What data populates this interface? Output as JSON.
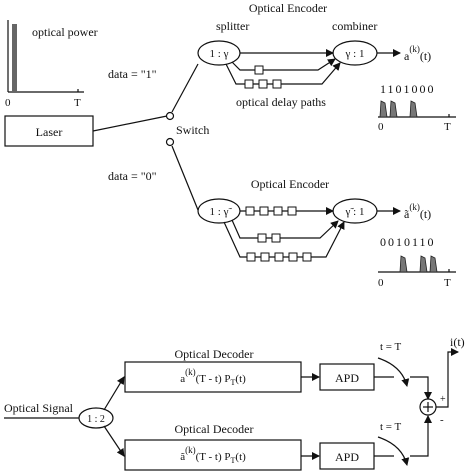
{
  "top": {
    "power_plot": {
      "label": "optical power",
      "axis_start": "0",
      "axis_end": "T"
    },
    "laser_label": "Laser",
    "switch_label": "Switch",
    "data_one_label": "data = \"1\"",
    "data_zero_label": "data = \"0\"",
    "encoder1": {
      "title": "Optical Encoder",
      "splitter_label": "splitter",
      "combiner_label": "combiner",
      "splitter_ratio": "1 : γ",
      "combiner_ratio": "γ : 1",
      "delay_label": "optical delay paths",
      "output_base": "a",
      "output_sup": "(k)",
      "output_arg": "(t)",
      "code": "1101000",
      "code_pulses": [
        1,
        1,
        0,
        1,
        0,
        0,
        0
      ],
      "axis_start": "0",
      "axis_end": "T"
    },
    "encoder2": {
      "title": "Optical Encoder",
      "splitter_ratio": "1 : γ̃",
      "combiner_ratio": "γ̃ : 1",
      "output_base": "ã",
      "output_sup": "(k)",
      "output_arg": "(t)",
      "code": "0010110",
      "code_pulses": [
        0,
        0,
        1,
        0,
        1,
        1,
        0
      ],
      "axis_start": "0",
      "axis_end": "T"
    }
  },
  "bottom": {
    "input_label": "Optical Signal",
    "splitter_ratio": "1 : 2",
    "decoder1": {
      "title": "Optical Decoder",
      "expr_base": "a",
      "expr_sup": "(k)",
      "expr_body": "(T - t) P",
      "expr_sub": "T",
      "expr_arg": "(t)",
      "apd_label": "APD",
      "sample_label": "t = T"
    },
    "decoder2": {
      "title": "Optical Decoder",
      "expr_base": "ã",
      "expr_sup": "(k)",
      "expr_body": "(T - t) P",
      "expr_sub": "T",
      "expr_arg": "(t)",
      "apd_label": "APD",
      "sample_label": "t = T"
    },
    "plus_sign": "+",
    "minus_sign": "-",
    "output_label": "i(t)"
  }
}
